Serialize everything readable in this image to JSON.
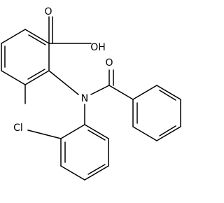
{
  "molecule": {
    "atom_labels": {
      "hydroxyl": "OH",
      "carbonyl_oxygen_acid": "O",
      "carbonyl_oxygen_amide": "O",
      "nitrogen": "N",
      "chlorine": "Cl"
    }
  },
  "colors": {
    "bond": "#000000",
    "label": "#000000",
    "background": "#ffffff"
  }
}
